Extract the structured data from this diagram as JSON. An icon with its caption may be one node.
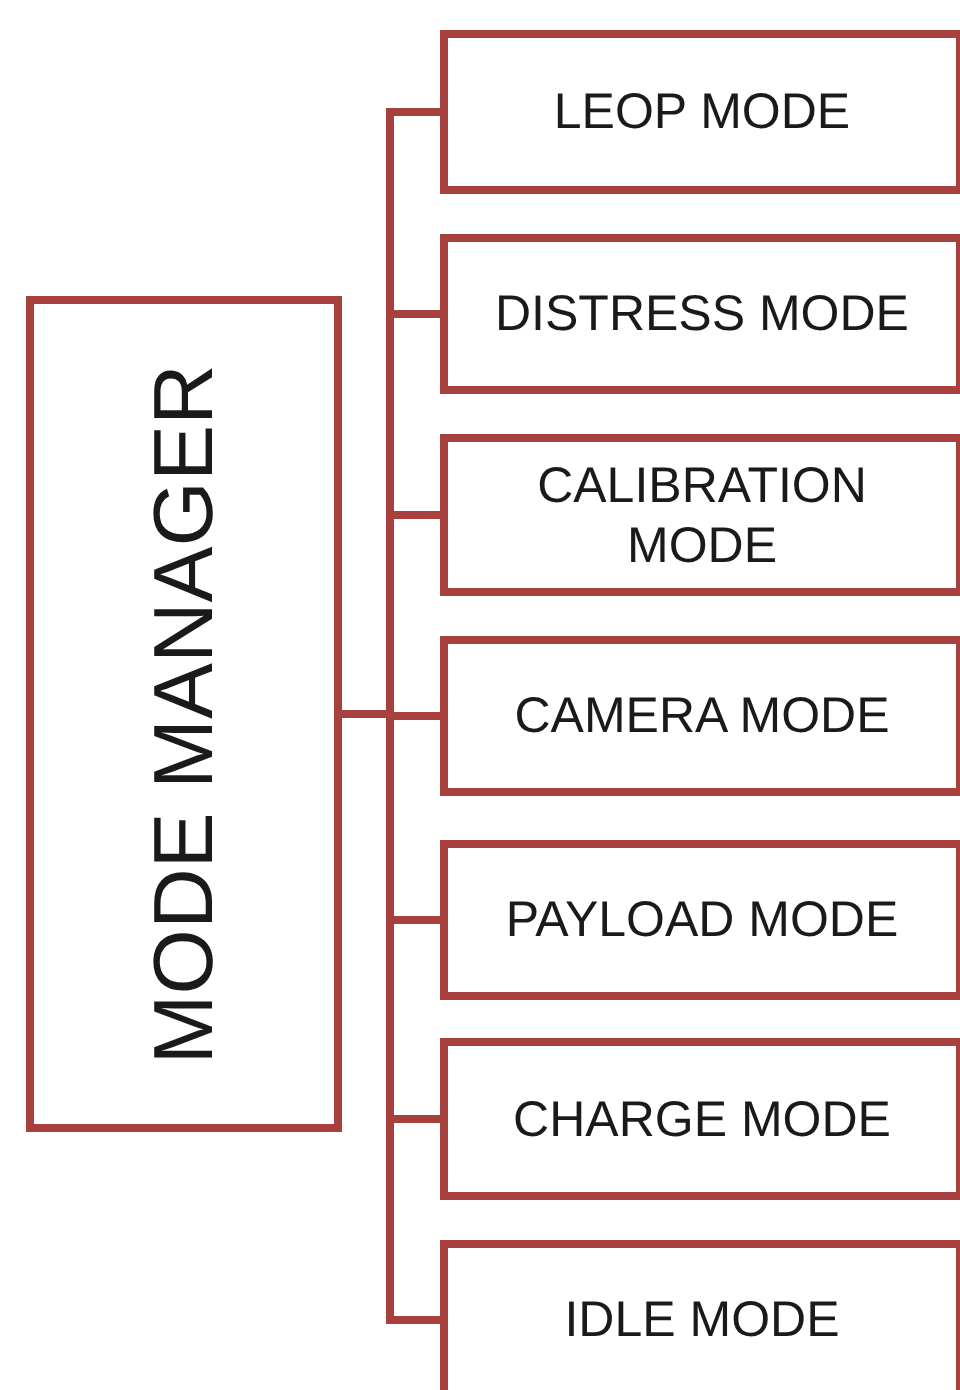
{
  "diagram": {
    "nodes": [
      {
        "text": [
          "MODE MANAGER"
        ]
      },
      {
        "text": [
          "LEOP MODE"
        ]
      },
      {
        "text": [
          "DISTRESS MODE"
        ]
      },
      {
        "text": [
          "CALIBRATION MODE"
        ]
      },
      {
        "text": [
          "CAMERA MODE"
        ]
      },
      {
        "text": [
          "PAYLOAD MODE"
        ]
      },
      {
        "text": [
          "CHARGE MODE"
        ]
      },
      {
        "text": [
          "IDLE MODE"
        ]
      }
    ],
    "edges": [
      {
        "from": 0,
        "to": 1,
        "arrow": "none"
      },
      {
        "from": 0,
        "to": 2,
        "arrow": "none"
      },
      {
        "from": 0,
        "to": 3,
        "arrow": "none"
      },
      {
        "from": 0,
        "to": 4,
        "arrow": "none"
      },
      {
        "from": 0,
        "to": 5,
        "arrow": "none"
      },
      {
        "from": 0,
        "to": 6,
        "arrow": "none"
      },
      {
        "from": 0,
        "to": 7,
        "arrow": "none"
      }
    ]
  }
}
